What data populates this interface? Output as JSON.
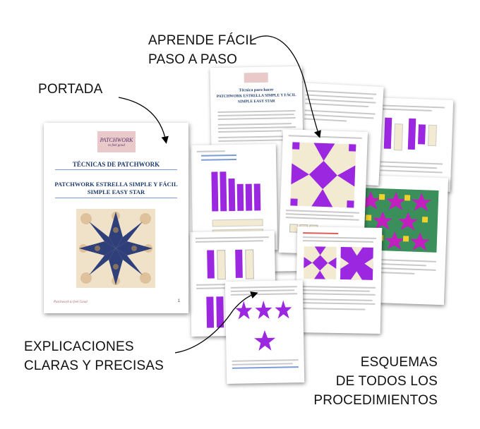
{
  "labels": {
    "aprende": [
      "APRENDE FÁCIL",
      "PASO A PASO"
    ],
    "portada": "PORTADA",
    "explicaciones": [
      "EXPLICACIONES",
      "CLARAS Y PRECISAS"
    ],
    "esquemas": [
      "ESQUEMAS",
      "DE TODOS LOS",
      "PROCEDIMIENTOS"
    ]
  },
  "cover": {
    "logo_text": "PATCHWORK",
    "logo_sub": "to feel good",
    "section_title": "TÉCNICAS DE PATCHWORK",
    "title_line1": "PATCHWORK ESTRELLA SIMPLE Y FÁCIL",
    "title_line2": "SIMPLE EASY STAR",
    "footer": "Patchwork to feel Good",
    "page_number": "1"
  },
  "page2": {
    "heading_line1": "Técnica para hacer",
    "heading_line2": "PATCHWORK ESTRELLA SIMPLE Y FÁCIL",
    "heading_line3": "SIMPLE EASY STAR"
  },
  "colors": {
    "purple": "#9b27e0",
    "cream": "#f3ead2",
    "navy": "#1f3b6e",
    "arrow": "#000000"
  }
}
